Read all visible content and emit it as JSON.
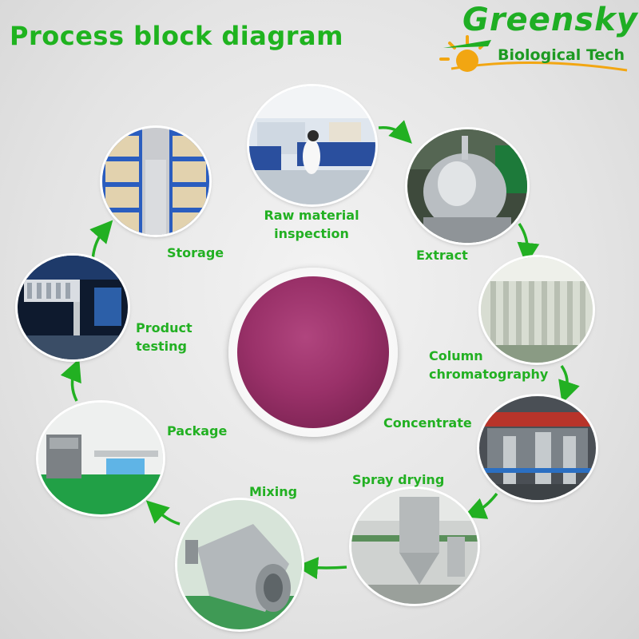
{
  "title": "Process block diagram",
  "logo": {
    "name": "Greensky",
    "subtitle": "Biological Tech",
    "accent_color": "#1fae24",
    "sun_color": "#f2a612"
  },
  "center_image": {
    "icon": "purple-powder-dish",
    "color": "#9a3169"
  },
  "label_color": "#22b022",
  "steps": [
    {
      "label": "Raw material inspection",
      "line1": "Raw material",
      "line2": "inspection",
      "icon": "laboratory-photo"
    },
    {
      "label": "Extract",
      "icon": "extraction-tank-photo"
    },
    {
      "label": "Column chromatography",
      "line1": "Column",
      "line2": "chromatography",
      "icon": "chromatography-columns-photo"
    },
    {
      "label": "Concentrate",
      "icon": "concentrator-plant-photo"
    },
    {
      "label": "Spray drying",
      "icon": "spray-dryer-photo"
    },
    {
      "label": "Mixing",
      "icon": "mixer-drum-photo"
    },
    {
      "label": "Package",
      "icon": "packaging-room-photo"
    },
    {
      "label": "Product testing",
      "line1": "Product",
      "line2": "testing",
      "icon": "testing-lab-photo"
    },
    {
      "label": "Storage",
      "icon": "warehouse-shelves-photo"
    }
  ]
}
